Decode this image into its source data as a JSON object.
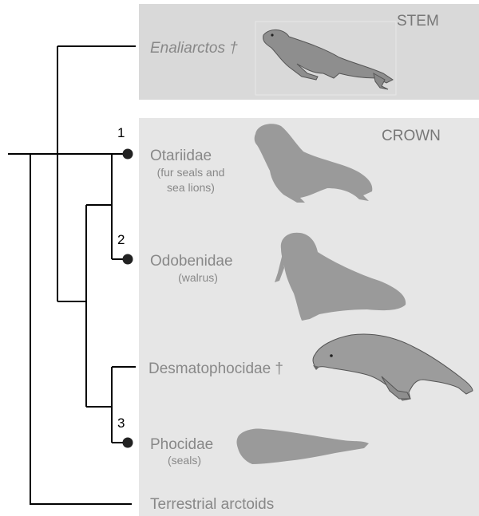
{
  "panels": {
    "stem": {
      "label": "STEM",
      "fill": "#d9d9d9"
    },
    "crown": {
      "label": "CROWN",
      "fill": "#e6e6e6"
    }
  },
  "taxa": {
    "enaliarctos": {
      "name": "Enaliarctos †"
    },
    "otariidae": {
      "node": "1",
      "name": "Otariidae",
      "common_line1": "(fur seals and",
      "common_line2": "sea lions)"
    },
    "odobenidae": {
      "node": "2",
      "name": "Odobenidae",
      "common": "(walrus)"
    },
    "desmatophocidae": {
      "name": "Desmatophocidae †"
    },
    "phocidae": {
      "node": "3",
      "name": "Phocidae",
      "common": "(seals)"
    },
    "terrestrial": {
      "name": "Terrestrial arctoids"
    }
  },
  "colors": {
    "tree_line": "#000000",
    "node_dot": "#222222",
    "label_text": "#888888",
    "silhouette": "#9a9a9a"
  }
}
